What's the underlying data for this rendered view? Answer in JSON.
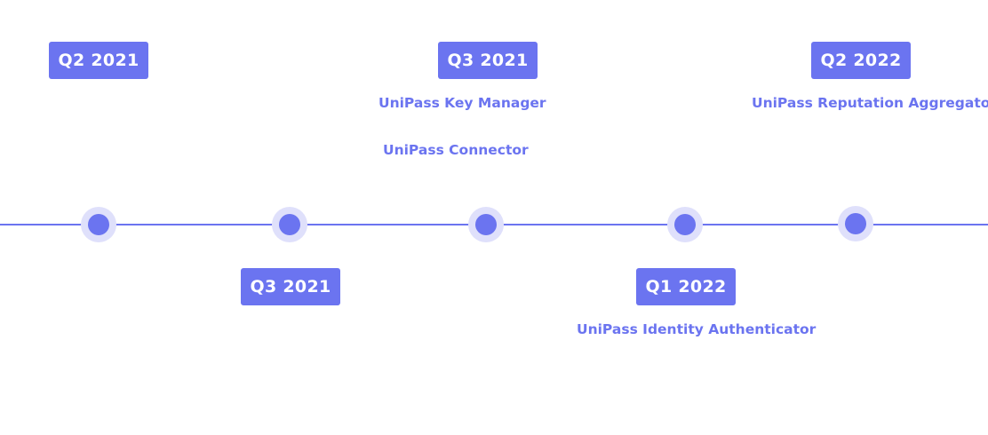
{
  "colors": {
    "accent": "#6b74f0",
    "halo": "#dfe0fb",
    "background": "#ffffff"
  },
  "milestones": [
    {
      "date": "Q2 2021"
    },
    {
      "date": "Q3 2021"
    },
    {
      "date": "Q3 2021",
      "titles": [
        "UniPass Key Manager",
        "UniPass Connector"
      ]
    },
    {
      "date": "Q1 2022",
      "titles": [
        "UniPass Identity Authenticator"
      ]
    },
    {
      "date": "Q2 2022",
      "titles": [
        "UniPass Reputation Aggregator"
      ]
    }
  ]
}
